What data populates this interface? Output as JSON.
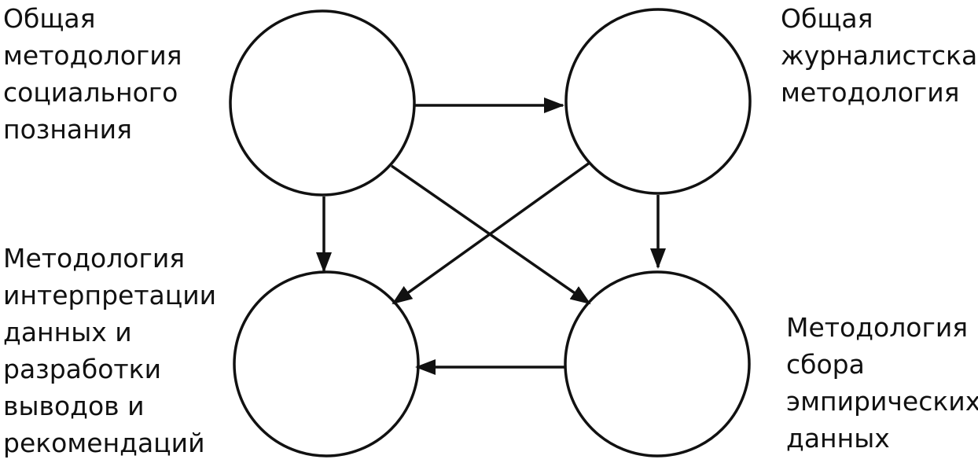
{
  "nodes": {
    "general_social": {
      "lines": [
        "Общая",
        "методология",
        "социального",
        "познания"
      ]
    },
    "general_journalism": {
      "lines": [
        "Общая",
        "журналистская",
        "методология"
      ]
    },
    "interpretation": {
      "lines": [
        "Методология",
        "интерпретации",
        "данных и",
        "разработки",
        "выводов и",
        "рекомендаций"
      ]
    },
    "empirical": {
      "lines": [
        "Методология",
        "сбора",
        "эмпирических",
        "данных"
      ]
    }
  },
  "edges": [
    {
      "from": "general_social",
      "to": "general_journalism"
    },
    {
      "from": "general_social",
      "to": "interpretation"
    },
    {
      "from": "general_social",
      "to": "empirical"
    },
    {
      "from": "general_journalism",
      "to": "interpretation"
    },
    {
      "from": "general_journalism",
      "to": "empirical"
    },
    {
      "from": "empirical",
      "to": "interpretation"
    }
  ],
  "colors": {
    "ink": "#111111",
    "background": "#ffffff"
  }
}
